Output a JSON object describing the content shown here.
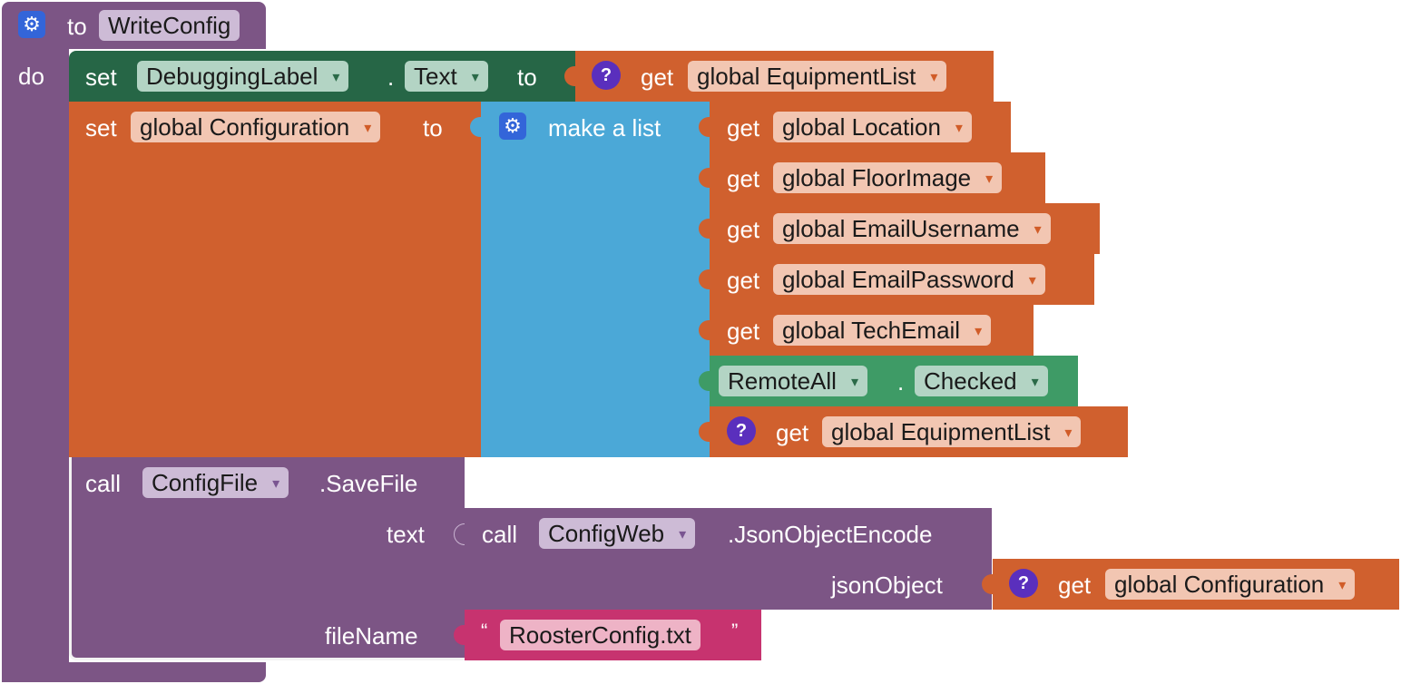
{
  "proc": {
    "to_label": "to",
    "name": "WriteConfig",
    "do_label": "do"
  },
  "set_label": {
    "set_word": "set",
    "component": "DebuggingLabel",
    "dot": ".",
    "property": "Text",
    "to_word": "to",
    "value": {
      "get_word": "get",
      "variable": "global EquipmentList"
    }
  },
  "set_global": {
    "set_word": "set",
    "variable": "global Configuration",
    "to_word": "to",
    "list": {
      "label": "make a list",
      "items": [
        {
          "get_word": "get",
          "variable": "global Location"
        },
        {
          "get_word": "get",
          "variable": "global FloorImage"
        },
        {
          "get_word": "get",
          "variable": "global EmailUsername"
        },
        {
          "get_word": "get",
          "variable": "global EmailPassword"
        },
        {
          "get_word": "get",
          "variable": "global TechEmail"
        },
        {
          "component": "RemoteAll",
          "dot": ".",
          "property": "Checked"
        },
        {
          "get_word": "get",
          "variable": "global EquipmentList"
        }
      ]
    }
  },
  "call_save": {
    "call_word": "call",
    "component": "ConfigFile",
    "method": ".SaveFile",
    "text_socket": "text",
    "filename_socket": "fileName",
    "encode": {
      "call_word": "call",
      "component": "ConfigWeb",
      "method": ".JsonObjectEncode",
      "json_socket": "jsonObject",
      "value": {
        "get_word": "get",
        "variable": "global Configuration"
      }
    },
    "filename": {
      "open_quote": "“",
      "value": "RoosterConfig.txt",
      "close_quote": "”"
    }
  },
  "icons": {
    "gear": "gear-icon",
    "help": "help-icon"
  },
  "colors": {
    "procedure": "#7c5585",
    "set_component": "#266646",
    "component_getter": "#3e9b66",
    "variable": "#d0602e",
    "list": "#4ba8d7",
    "text": "#c7336f"
  }
}
